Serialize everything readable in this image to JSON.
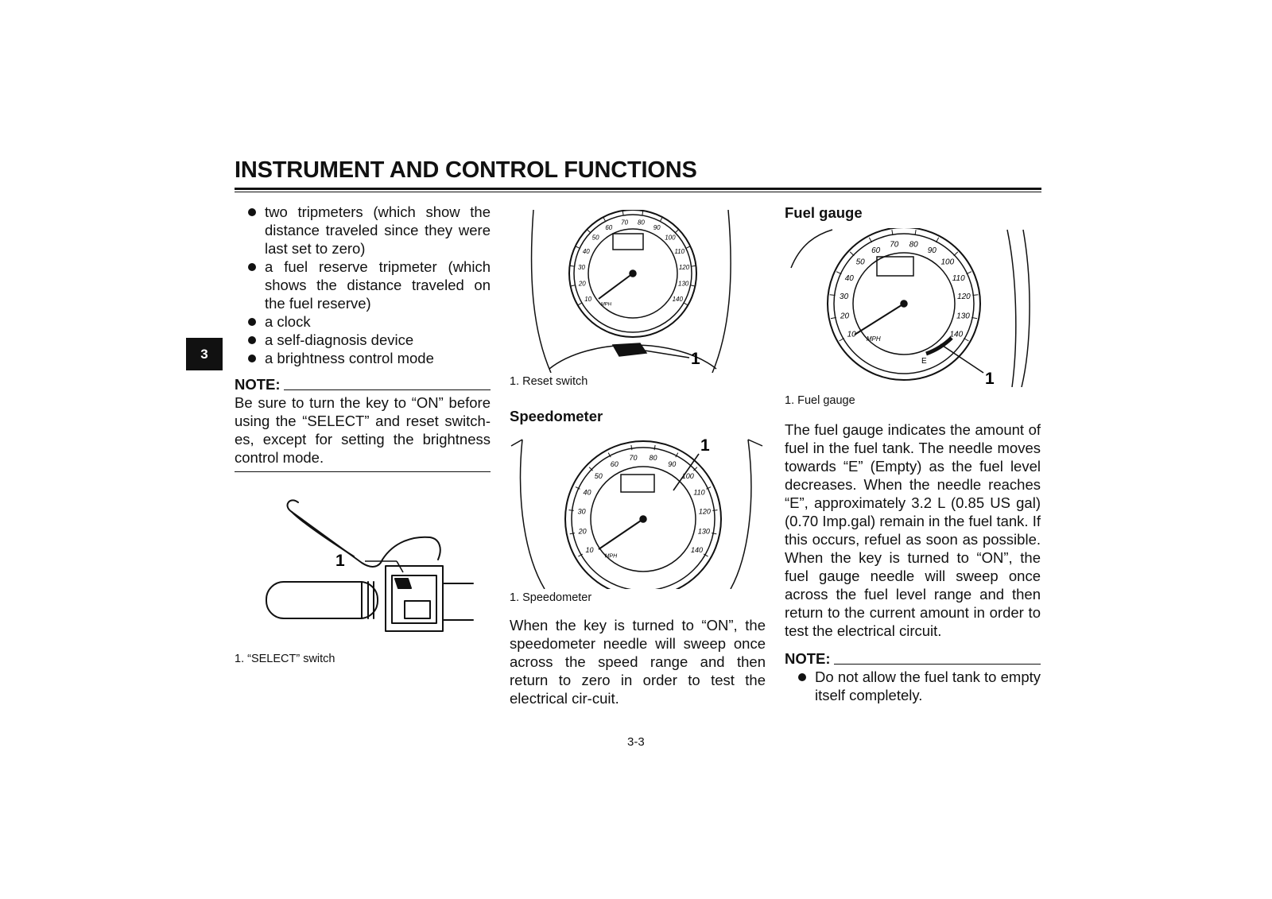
{
  "header": {
    "title": "INSTRUMENT AND CONTROL FUNCTIONS"
  },
  "chapter_tab": "3",
  "column1": {
    "bullets": [
      "two tripmeters (which show the distance traveled since they were last set to zero)",
      "a fuel reserve tripmeter (which shows the distance traveled on the fuel reserve)",
      "a clock",
      "a self-diagnosis device",
      "a brightness control mode"
    ],
    "note_label": "NOTE:",
    "note_text": "Be sure to turn the key to “ON” before using the “SELECT” and reset switch-es, except for setting the brightness control mode.",
    "figure_callout": "1",
    "figure_caption": "1. “SELECT” switch"
  },
  "column2": {
    "reset_callout": "1",
    "reset_caption": "1. Reset switch",
    "speedometer_heading": "Speedometer",
    "speedometer_callout": "1",
    "speedometer_caption": "1. Speedometer",
    "speedometer_text": "When the key is turned to “ON”, the speedometer needle will sweep once across the speed range and then return to zero in order to test the electrical cir-cuit."
  },
  "column3": {
    "fuel_heading": "Fuel gauge",
    "fuel_callout": "1",
    "fuel_caption": "1. Fuel gauge",
    "fuel_text": "The fuel gauge indicates the amount of fuel in the fuel tank. The needle moves towards “E” (Empty) as the fuel level decreases. When the needle reaches “E”, approximately 3.2 L (0.85 US gal) (0.70 Imp.gal) remain in the fuel tank. If this occurs, refuel as soon as possible. When the key is turned to “ON”, the fuel gauge needle will sweep once across the fuel level range and then return to the current amount in order to test the electrical circuit.",
    "note_label": "NOTE:",
    "note_bullets": [
      "Do not allow the fuel tank to empty itself completely."
    ]
  },
  "gauge_scale": [
    "10",
    "20",
    "30",
    "40",
    "50",
    "60",
    "70",
    "80",
    "90",
    "100",
    "110",
    "120",
    "130",
    "140"
  ],
  "gauge_unit": "MPH",
  "fuel_empty_mark": "E",
  "page_number": "3-3"
}
